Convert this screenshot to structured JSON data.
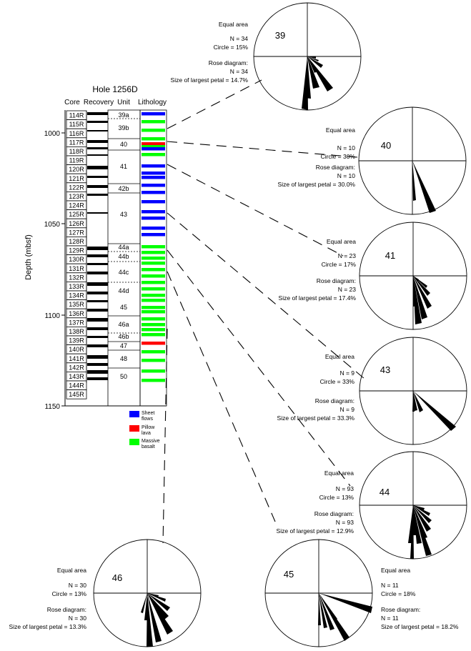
{
  "column": {
    "title": "Hole 1256D",
    "headers": {
      "core": "Core",
      "recovery": "Recovery",
      "unit": "Unit",
      "lithology": "Lithology"
    },
    "axis_label": "Depth (mbsf)",
    "depth_ticks": [
      "1000",
      "1050",
      "1100",
      "1150"
    ],
    "cores": [
      "114R",
      "115R",
      "116R",
      "117R",
      "118R",
      "119R",
      "120R",
      "121R",
      "122R",
      "123R",
      "124R",
      "125R",
      "126R",
      "127R",
      "128R",
      "129R",
      "130R",
      "131R",
      "132R",
      "133R",
      "134R",
      "135R",
      "136R",
      "137R",
      "138R",
      "139R",
      "140R",
      "141R",
      "142R",
      "143R",
      "144R",
      "145R"
    ],
    "units": [
      "39a",
      "39b",
      "40",
      "41",
      "42b",
      "43",
      "44a",
      "44b",
      "44c",
      "44d",
      "45",
      "46a",
      "46b",
      "47",
      "48",
      "50"
    ],
    "legend": [
      {
        "label_1": "Sheet",
        "label_2": "flows",
        "color": "#0000ff"
      },
      {
        "label_1": "Pillow",
        "label_2": "lava",
        "color": "#ff0000"
      },
      {
        "label_1": "Massive",
        "label_2": "basalt",
        "color": "#00ff00"
      }
    ]
  },
  "stereonets": [
    {
      "unit": "39",
      "ea_label": "Equal area",
      "n_label": "N = 34",
      "circle_label": "Circle = 15%",
      "rose_label": "Rose diagram:",
      "rose_n_label": "N = 34",
      "petal_label": "Size of largest petal = 14.7%"
    },
    {
      "unit": "40",
      "ea_label": "Equal area",
      "n_label": "N = 10",
      "circle_label": "Circle = 30%",
      "rose_label": "Rose diagram:",
      "rose_n_label": "N = 10",
      "petal_label": "Size of largest petal = 30.0%"
    },
    {
      "unit": "41",
      "ea_label": "Equal area",
      "n_label": "N = 23",
      "circle_label": "Circle = 17%",
      "rose_label": "Rose diagram:",
      "rose_n_label": "N = 23",
      "petal_label": "Size of largest petal = 17.4%"
    },
    {
      "unit": "43",
      "ea_label": "Equal area",
      "n_label": "N = 9",
      "circle_label": "Circle = 33%",
      "rose_label": "Rose diagram:",
      "rose_n_label": "N = 9",
      "petal_label": "Size of largest petal = 33.3%"
    },
    {
      "unit": "44",
      "ea_label": "Equal area",
      "n_label": "N = 93",
      "circle_label": "Circle = 13%",
      "rose_label": "Rose diagram:",
      "rose_n_label": "N = 93",
      "petal_label": "Size of largest petal = 12.9%"
    },
    {
      "unit": "46",
      "ea_label": "Equal area",
      "n_label": "N = 30",
      "circle_label": "Circle = 13%",
      "rose_label": "Rose diagram:",
      "rose_n_label": "N = 30",
      "petal_label": "Size of largest petal = 13.3%"
    },
    {
      "unit": "45",
      "ea_label": "Equal area",
      "n_label": "N = 11",
      "circle_label": "Circle = 18%",
      "rose_label": "Rose diagram:",
      "rose_n_label": "N = 11",
      "petal_label": "Size of largest petal = 18.2%"
    }
  ]
}
